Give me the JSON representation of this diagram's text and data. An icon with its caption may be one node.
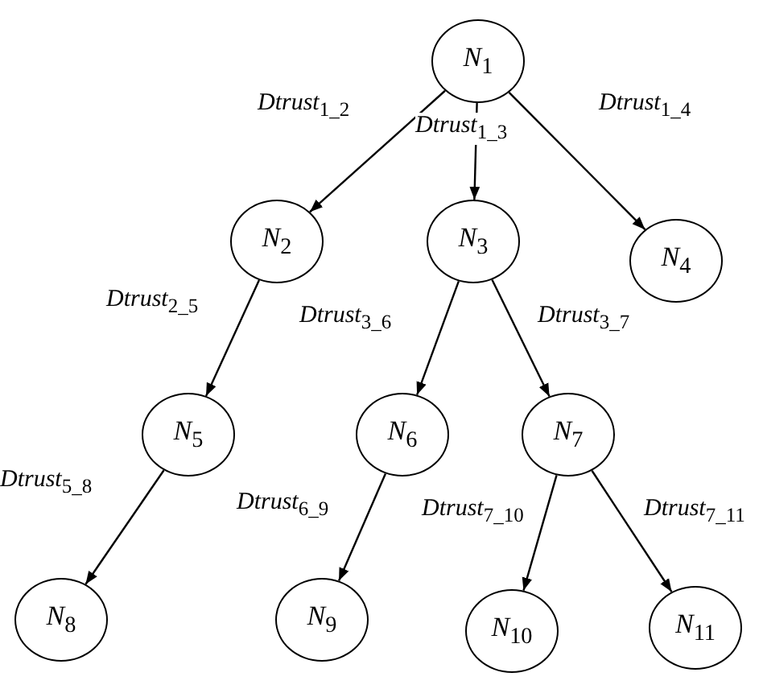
{
  "diagram": {
    "nodes": [
      {
        "text": [
          "*N*$_{1}$"
        ]
      },
      {
        "text": [
          "*N*$_{2}$"
        ]
      },
      {
        "text": [
          "*N*$_{3}$"
        ]
      },
      {
        "text": [
          "*N*$_{4}$"
        ]
      },
      {
        "text": [
          "*N*$_{5}$"
        ]
      },
      {
        "text": [
          "*N*$_{6}$"
        ]
      },
      {
        "text": [
          "*N*$_{7}$"
        ]
      },
      {
        "text": [
          "*N*$_{8}$"
        ]
      },
      {
        "text": [
          "*N*$_{9}$"
        ]
      },
      {
        "text": [
          "*N*$_{10}$"
        ]
      },
      {
        "text": [
          "*N*$_{11}$"
        ]
      }
    ],
    "edges": [
      {
        "from": 0,
        "to": 1,
        "arrow": "to",
        "label": "*Dtrust*$_{1_2}$"
      },
      {
        "from": 0,
        "to": 2,
        "arrow": "to",
        "label": "*Dtrust*$_{1_3}$"
      },
      {
        "from": 0,
        "to": 3,
        "arrow": "to",
        "label": "*Dtrust*$_{1_4}$"
      },
      {
        "from": 1,
        "to": 4,
        "arrow": "to",
        "label": "*Dtrust*$_{2_5}$"
      },
      {
        "from": 2,
        "to": 5,
        "arrow": "to",
        "label": "*Dtrust*$_{3_6}$"
      },
      {
        "from": 2,
        "to": 6,
        "arrow": "to",
        "label": "*Dtrust*$_{3_7}$"
      },
      {
        "from": 4,
        "to": 7,
        "arrow": "to",
        "label": "*Dtrust*$_{5_8}$"
      },
      {
        "from": 5,
        "to": 8,
        "arrow": "to",
        "label": "*Dtrust*$_{6_9}$"
      },
      {
        "from": 6,
        "to": 9,
        "arrow": "to",
        "label": "*Dtrust*$_{7_10}$"
      },
      {
        "from": 6,
        "to": 10,
        "arrow": "to",
        "label": "*Dtrust*$_{7_11}$"
      }
    ]
  }
}
